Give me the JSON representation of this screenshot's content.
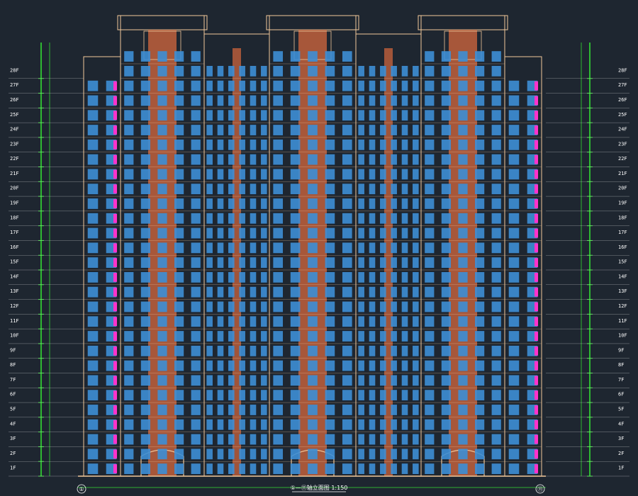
{
  "drawing": {
    "title": "①—⑪轴立面图 1:150",
    "axis_left": "①",
    "axis_right": "⑪",
    "colors": {
      "background": "#1e2630",
      "outline": "#f2c89a",
      "brick": "#c0603c",
      "window": "#3d8fd6",
      "dimension": "#33dd33",
      "accent": "#ff33cc",
      "text": "#ffffff"
    }
  },
  "floors": [
    "1F",
    "2F",
    "3F",
    "4F",
    "5F",
    "6F",
    "7F",
    "8F",
    "9F",
    "10F",
    "11F",
    "12F",
    "13F",
    "14F",
    "15F",
    "16F",
    "17F",
    "18F",
    "19F",
    "20F",
    "21F",
    "22F",
    "23F",
    "24F",
    "25F",
    "26F",
    "27F",
    "28F"
  ]
}
